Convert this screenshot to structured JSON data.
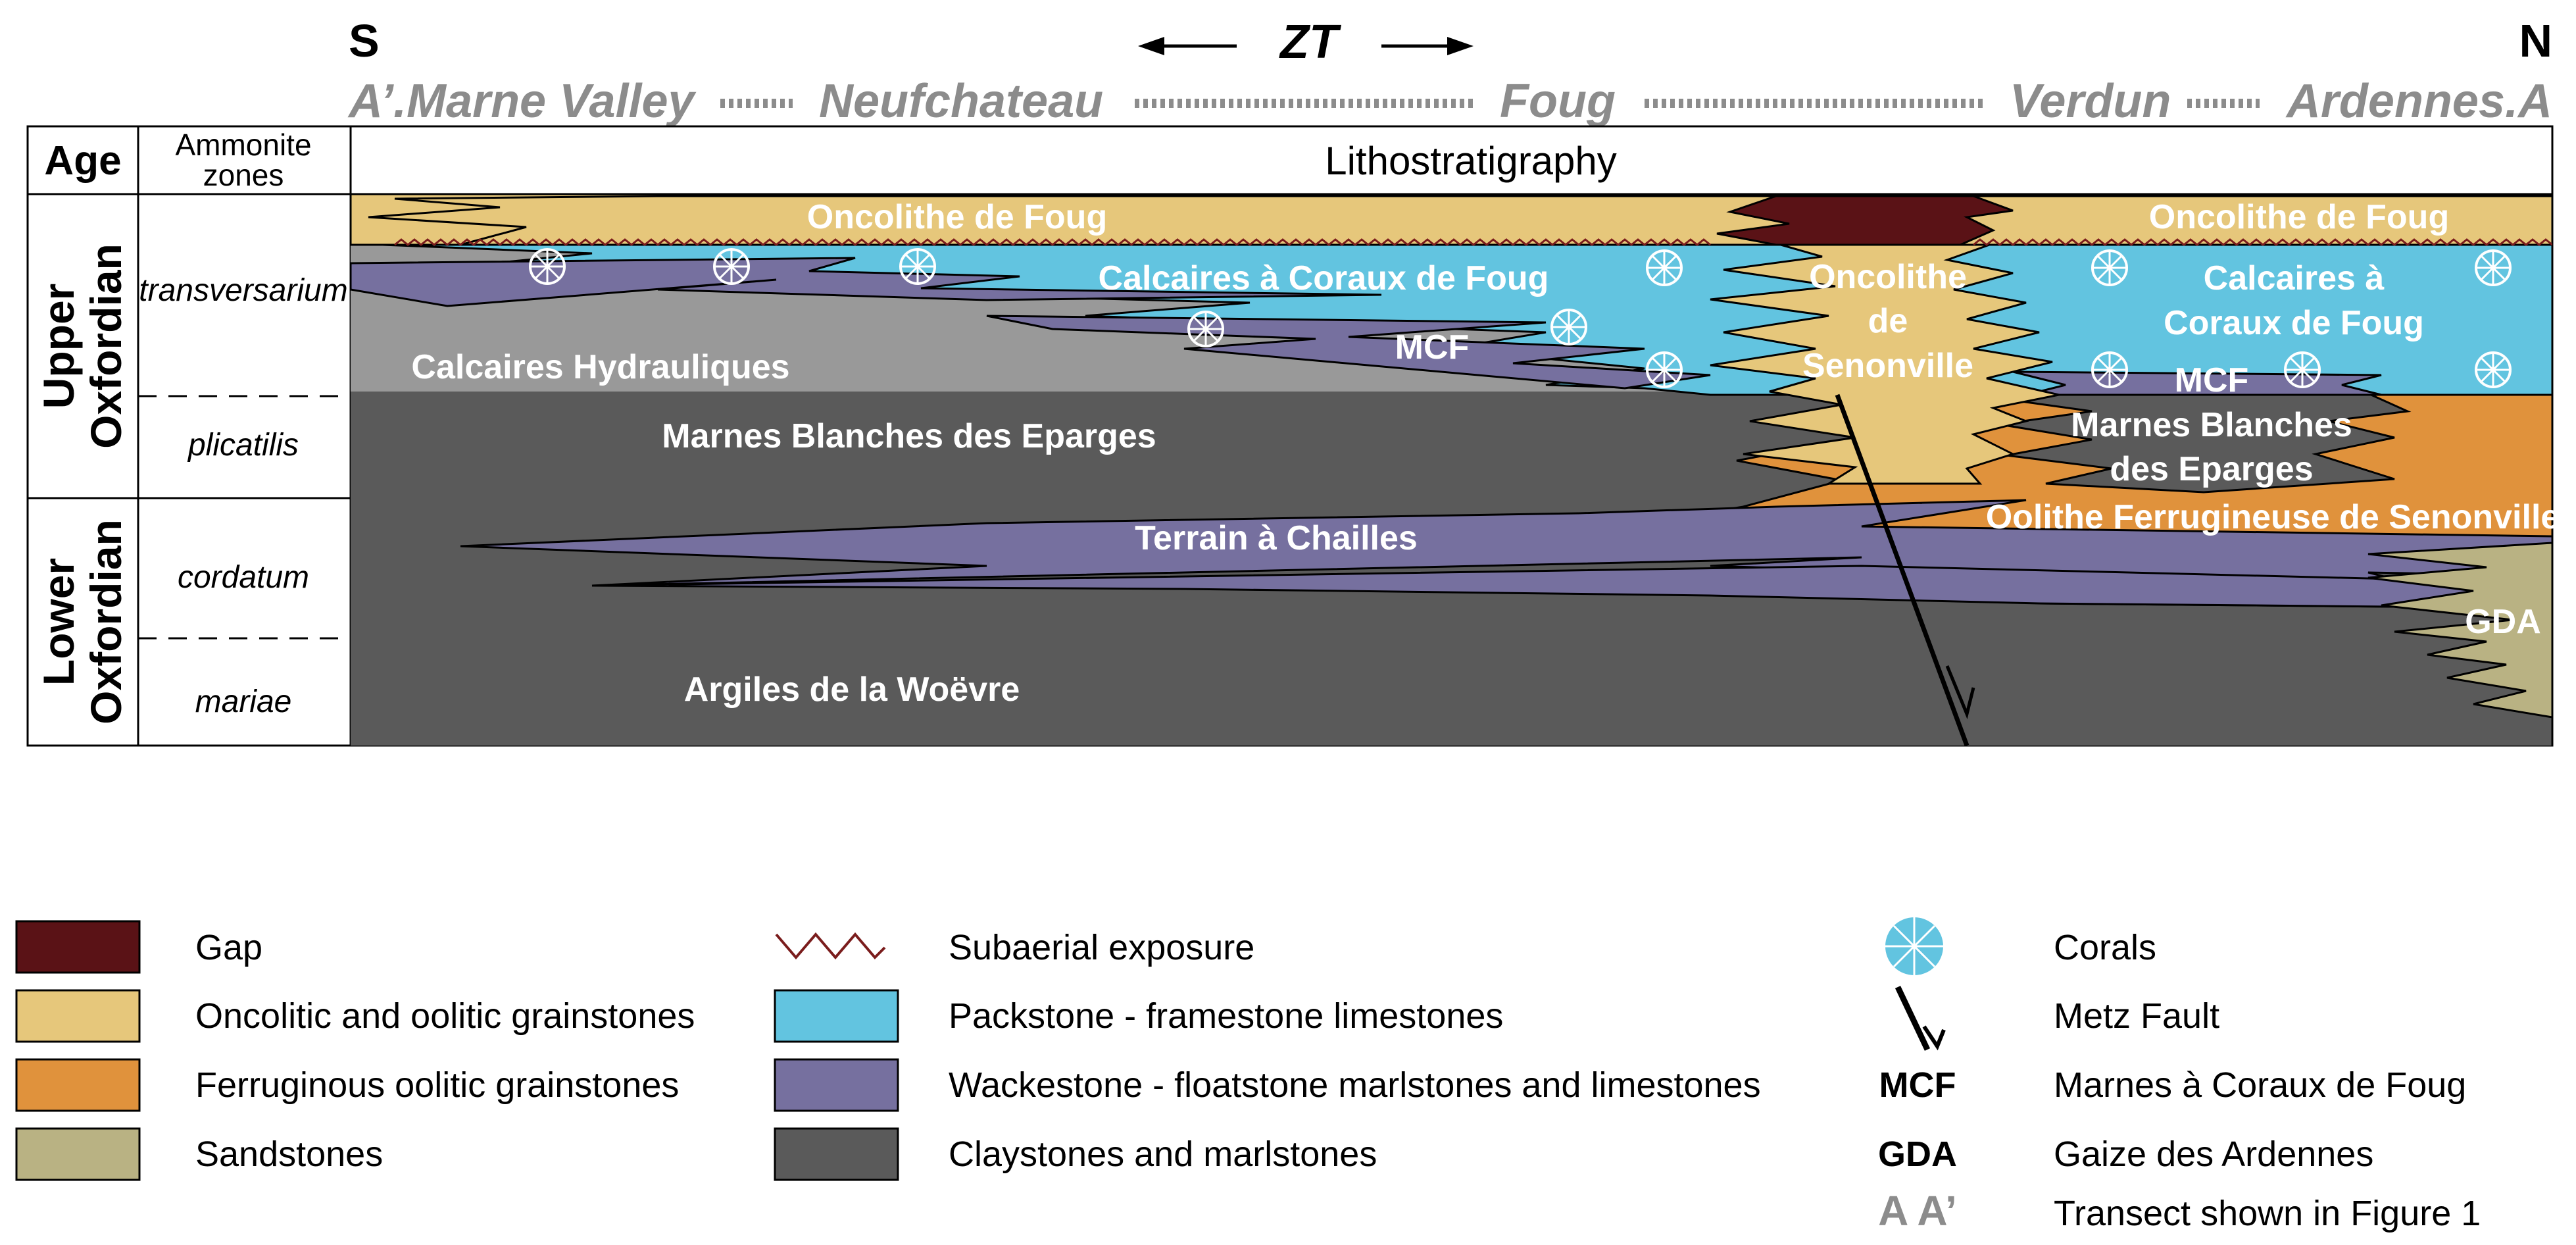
{
  "header": {
    "south": "S",
    "north": "N",
    "zt": "ZT",
    "locations": [
      "A’.Marne Valley",
      "Neufchateau",
      "Foug",
      "Verdun",
      "Ardennes.A"
    ]
  },
  "columns": {
    "age": "Age",
    "ammonite_line1": "Ammonite",
    "ammonite_line2": "zones",
    "litho": "Lithostratigraphy"
  },
  "ages": [
    {
      "line1": "Upper",
      "line2": "Oxfordian"
    },
    {
      "line1": "Lower",
      "line2": "Oxfordian"
    }
  ],
  "zones": [
    "transversarium",
    "plicatilis",
    "cordatum",
    "mariae"
  ],
  "units": {
    "oncolithe_s": "Oncolithe de Foug",
    "oncolithe_n": "Oncolithe de Foug",
    "calcaires_coraux_s": "Calcaires à Coraux de Foug",
    "calcaires_coraux_n1": "Calcaires à",
    "calcaires_coraux_n2": "Coraux de Foug",
    "senonville1": "Oncolithe",
    "senonville2": "de",
    "senonville3": "Senonville",
    "calc_hydr": "Calcaires Hydrauliques",
    "mcf_s": "MCF",
    "mcf_n": "MCF",
    "marnes_s": "Marnes Blanches des Eparges",
    "marnes_n1": "Marnes Blanches",
    "marnes_n2": "des Eparges",
    "oolithe_ferr": "Oolithe Ferrugineuse de Senonville",
    "terrain": "Terrain à Chailles",
    "gda": "GDA",
    "argiles": "Argiles de la Woëvre"
  },
  "legend": {
    "col1": [
      "Gap",
      "Oncolitic and oolitic grainstones",
      "Ferruginous oolitic grainstones",
      "Sandstones"
    ],
    "col2": [
      "Subaerial exposure",
      "Packstone - framestone limestones",
      "Wackestone - floatstone marlstones and limestones",
      "Claystones and marlstones"
    ],
    "col3_symbols": [
      "",
      "",
      "MCF",
      "GDA",
      "A A’"
    ],
    "col3": [
      "Corals",
      "Metz Fault",
      "Marnes à Coraux de Foug",
      "Gaize des Ardennes",
      "Transect shown in Figure 1"
    ]
  },
  "colors": {
    "gap": "#5a1216",
    "oncolitic": "#e6c77b",
    "ferruginous": "#e0923c",
    "sandstone": "#b9b283",
    "packstone": "#62c4e0",
    "wackestone": "#76709f",
    "claystone": "#5a5a5a",
    "hydraulic": "#999999",
    "subaerial": "#7a1c1c",
    "location_grey": "#8c8c8c"
  }
}
